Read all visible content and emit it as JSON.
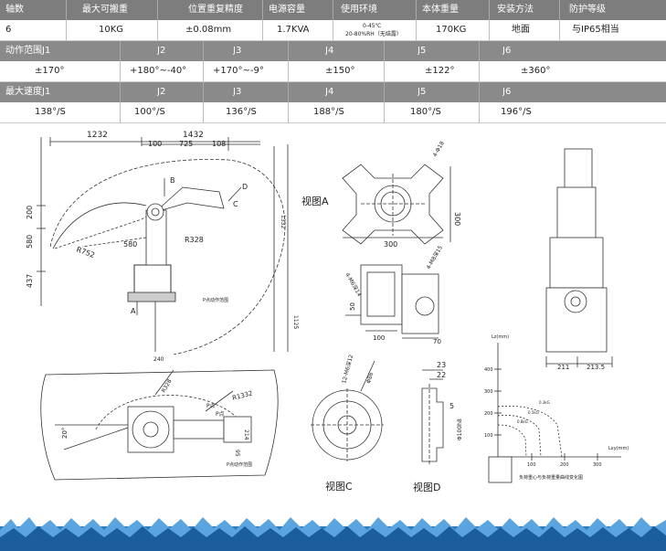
{
  "specs": {
    "row1_headers": [
      "轴数",
      "最大可搬重",
      "位置重复精度",
      "电源容量",
      "使用环境",
      "本体重量",
      "安装方法",
      "防护等级"
    ],
    "row1_values": [
      "6",
      "10KG",
      "±0.08mm",
      "1.7KVA",
      "0-45℃",
      "20-80%RH（无结露）",
      "170KG",
      "地面",
      "与IP65相当"
    ],
    "row2_headers": [
      "动作范围J1",
      "J2",
      "J3",
      "J4",
      "J5",
      "J6"
    ],
    "row2_values": [
      "±170°",
      "+180°~-40°",
      "+170°~-9°",
      "±150°",
      "±122°",
      "±360°"
    ],
    "row3_headers": [
      "最大速度J1",
      "J2",
      "J3",
      "J4",
      "J5",
      "J6"
    ],
    "row3_values": [
      "138°/S",
      "100°/S",
      "136°/S",
      "188°/S",
      "180°/S",
      "196°/S"
    ]
  },
  "drawing": {
    "side_dims": [
      "1232",
      "1432",
      "100",
      "725",
      "108",
      "200",
      "580",
      "437",
      "580",
      "R752",
      "R328",
      "B",
      "D",
      "C",
      "A",
      "P点动作范围",
      "1332",
      "1125",
      "240"
    ],
    "top_dims": [
      "R1332",
      "R328",
      "P点",
      "P点",
      "20°",
      "214",
      "95",
      "P点动作范围"
    ],
    "view_a": {
      "title": "视图A",
      "dims": [
        "4-Φ18",
        "300",
        "300"
      ]
    },
    "middle_part": {
      "dims": [
        "4-M6深14",
        "4-M8深15",
        "50",
        "100",
        "70"
      ]
    },
    "view_c": {
      "title": "视图C",
      "dims": [
        "12-M6深12",
        "Φ86"
      ]
    },
    "view_d": {
      "title": "视图D",
      "dims": [
        "23",
        "22",
        "5",
        "Φ100h8"
      ]
    },
    "right_side": {
      "dims": [
        "211",
        "213.5"
      ]
    },
    "graph": {
      "ylabel": "Lz(mm)",
      "xlabel": "Lxy(mm)",
      "yticks": [
        "400",
        "300",
        "200",
        "100"
      ],
      "xticks": [
        "100",
        "200",
        "300"
      ],
      "curves": [
        "0.3kG",
        "0.5kG",
        "0.8kG"
      ],
      "caption": "负荷重心与负荷重量曲线变化图"
    }
  }
}
